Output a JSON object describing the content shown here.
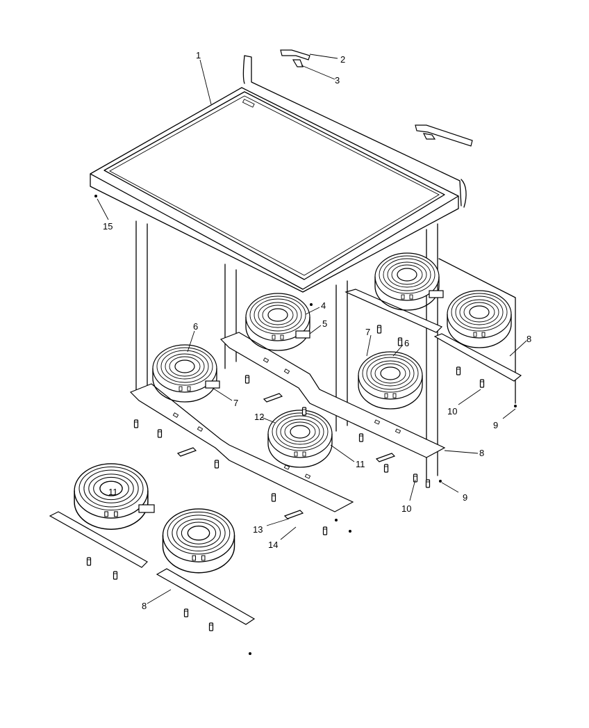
{
  "callouts": [
    {
      "id": "c1",
      "text": "1"
    },
    {
      "id": "c2",
      "text": "2"
    },
    {
      "id": "c3",
      "text": "3"
    },
    {
      "id": "c4",
      "text": "4"
    },
    {
      "id": "c5",
      "text": "5"
    },
    {
      "id": "c6a",
      "text": "6"
    },
    {
      "id": "c6b",
      "text": "6"
    },
    {
      "id": "c7a",
      "text": "7"
    },
    {
      "id": "c7b",
      "text": "7"
    },
    {
      "id": "c8a",
      "text": "8"
    },
    {
      "id": "c8b",
      "text": "8"
    },
    {
      "id": "c8c",
      "text": "8"
    },
    {
      "id": "c9a",
      "text": "9"
    },
    {
      "id": "c9b",
      "text": "9"
    },
    {
      "id": "c10a",
      "text": "10"
    },
    {
      "id": "c10b",
      "text": "10"
    },
    {
      "id": "c11a",
      "text": "11"
    },
    {
      "id": "c11b",
      "text": "11"
    },
    {
      "id": "c12",
      "text": "12"
    },
    {
      "id": "c13",
      "text": "13"
    },
    {
      "id": "c14",
      "text": "14"
    },
    {
      "id": "c15",
      "text": "15"
    }
  ]
}
